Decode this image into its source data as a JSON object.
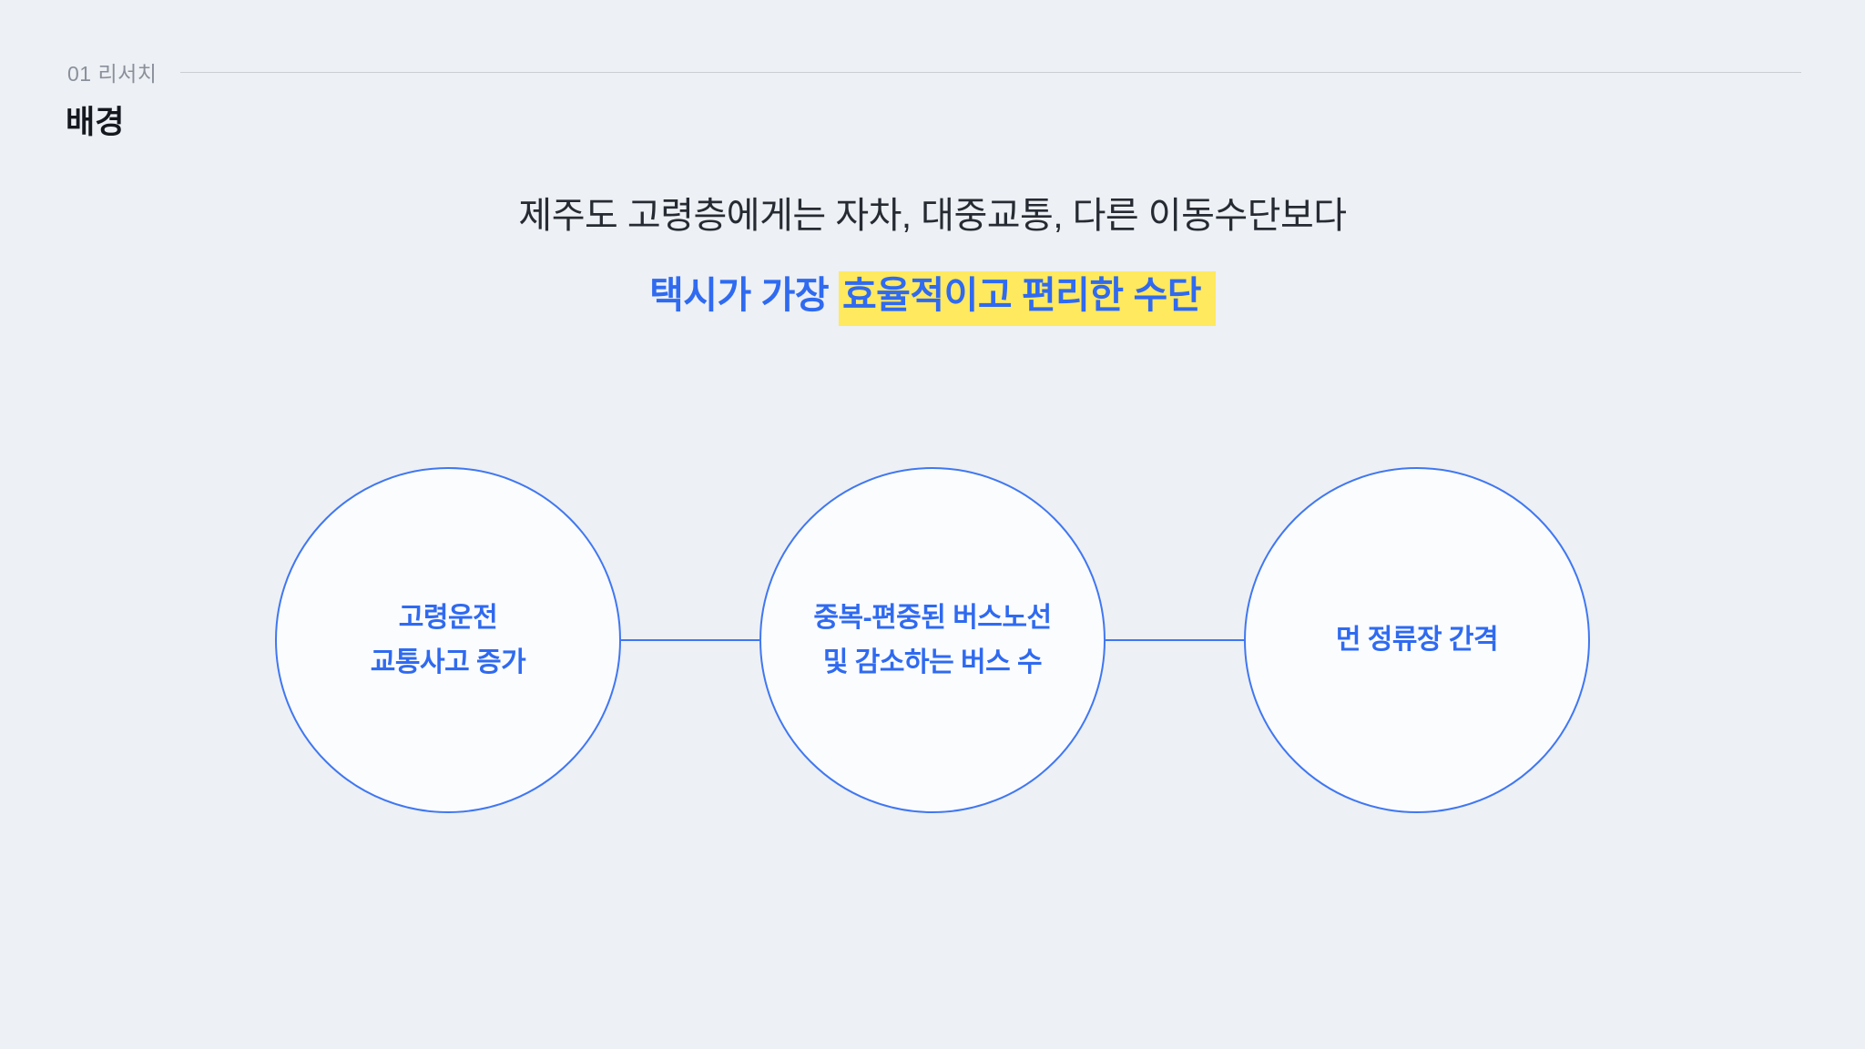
{
  "colors": {
    "background": "#edf0f4",
    "accent_blue": "#2f6af0",
    "node_border_blue": "#4077f1",
    "highlight_yellow": "#ffe95e",
    "text_dark": "#15181f",
    "muted_gray": "#8a909b",
    "rule_gray": "#c9ced6",
    "node_fill": "#fbfcfe"
  },
  "header": {
    "section_label": "01 리서치",
    "page_title": "배경"
  },
  "headline": {
    "line1": "제주도 고령층에게는 자차, 대중교통, 다른 이동수단보다",
    "line2_prefix": "택시가 가장 ",
    "line2_highlight": "효율적이고 편리한 수단"
  },
  "diagram": {
    "nodes": [
      {
        "label": "고령운전\n교통사고 증가"
      },
      {
        "label": "중복-편중된 버스노선\n및 감소하는 버스 수"
      },
      {
        "label": "먼 정류장 간격"
      }
    ]
  }
}
